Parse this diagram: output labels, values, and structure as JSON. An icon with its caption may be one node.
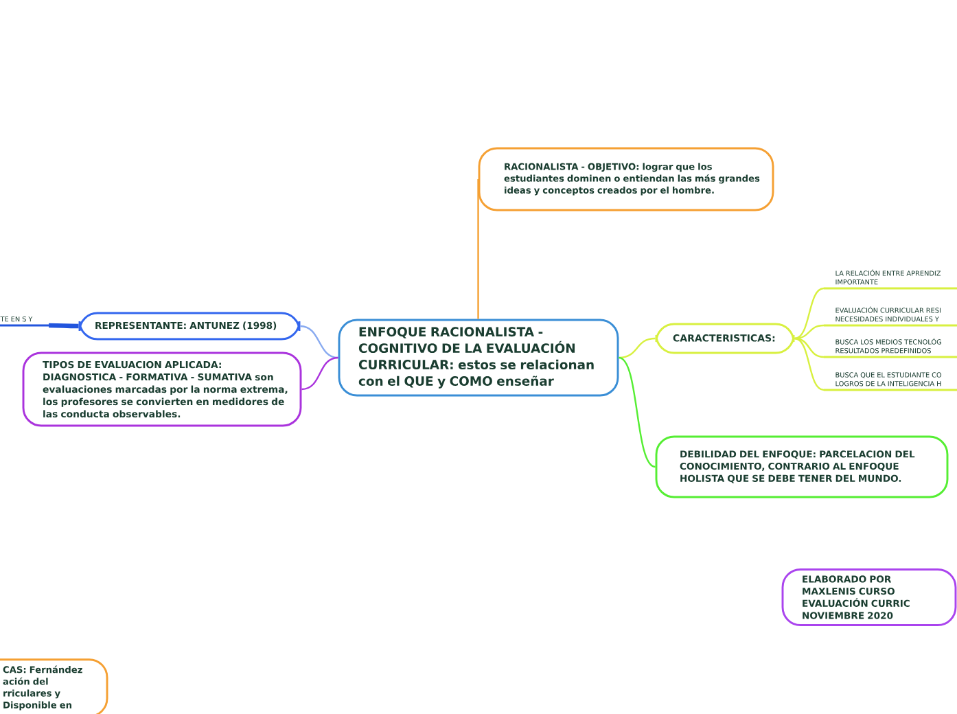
{
  "diagram": {
    "nodes": [
      {
        "text": [
          "ENFOQUE RACIONALISTA - COGNITIVO DE LA EVALUACIÓN CURRICULAR: estos se relacionan con el QUE y COMO enseñar"
        ]
      },
      {
        "text": [
          "RACIONALISTA - OBJETIVO: lograr que los estudiantes dominen o entiendan las más grandes ideas y conceptos creados por el hombre."
        ]
      },
      {
        "text": [
          "CARACTERISTICAS:"
        ]
      },
      {
        "text": [
          "LA RELACIÓN ENTRE APRENDIZ IMPORTANTE"
        ]
      },
      {
        "text": [
          "EVALUACIÓN CURRICULAR RESI NECESIDADES INDIVIDUALES Y"
        ]
      },
      {
        "text": [
          "BUSCA LOS MEDIOS TECNOLÓG RESULTADOS PREDEFINIDOS"
        ]
      },
      {
        "text": [
          "BUSCA QUE EL ESTUDIANTE CO LOGROS DE LA INTELIGENCIA H"
        ]
      },
      {
        "text": [
          "DEBILIDAD DEL ENFOQUE: PARCELACION DEL CONOCIMIENTO, CONTRARIO AL ENFOQUE HOLISTA QUE SE DEBE TENER DEL MUNDO."
        ]
      },
      {
        "text": [
          "ELABORADO POR MAXLENIS CURSO EVALUACIÓN CURRIC NOVIEMBRE 2020"
        ]
      },
      {
        "text": [
          "REPRESENTANTE: ANTUNEZ (1998)"
        ]
      },
      {
        "text": [
          "TIPOS DE EVALUACION APLICADA: DIAGNOSTICA - FORMATIVA - SUMATIVA son evaluaciones marcadas por la norma extrema, los profesores se convierten en medidores de las conducta observables."
        ]
      },
      {
        "text": [
          "TE EN S Y"
        ]
      },
      {
        "text": [
          "CAS: Fernández ación del rriculares y Disponible en"
        ]
      }
    ],
    "edges": [
      {
        "from": 0,
        "to": 1,
        "arrow": "none",
        "color": "#f5a033"
      },
      {
        "from": 0,
        "to": 2,
        "arrow": "none"
      },
      {
        "from": 2,
        "to": 3,
        "arrow": "none"
      },
      {
        "from": 2,
        "to": 4,
        "arrow": "none"
      },
      {
        "from": 2,
        "to": 5,
        "arrow": "none"
      },
      {
        "from": 2,
        "to": 6,
        "arrow": "none"
      },
      {
        "from": 0,
        "to": 7,
        "arrow": "none",
        "color": "#55ee33"
      },
      {
        "from": 0,
        "to": 9,
        "arrow": "none",
        "color": "#88aaf0"
      },
      {
        "from": 0,
        "to": 10,
        "arrow": "none",
        "color": "#aa33dd"
      },
      {
        "from": 9,
        "to": 11,
        "arrow": "none",
        "color": "#2255dd",
        "style": "thick"
      }
    ]
  }
}
